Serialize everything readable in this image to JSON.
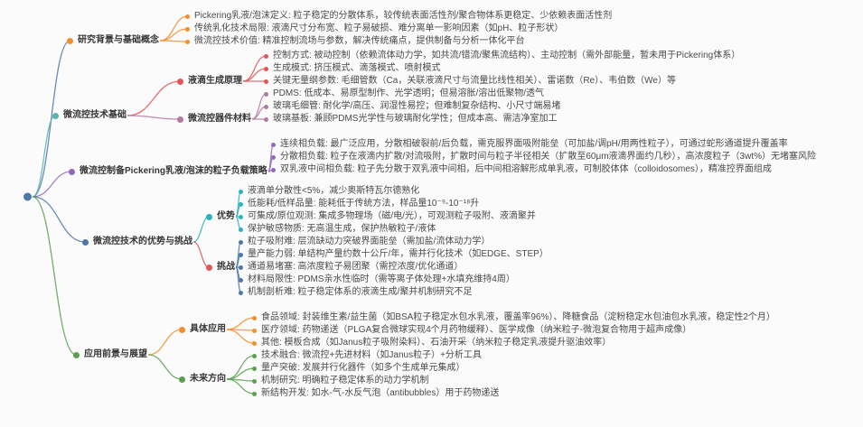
{
  "palette": {
    "blue": "#4e79a7",
    "teal": "#5fb3ae",
    "green": "#59a14f",
    "orange": "#f28e2c",
    "red": "#e15759",
    "plum": "#af7aa1",
    "violet": "#9467bd",
    "cyan": "#2bb3c0",
    "background": "#fbfbfb",
    "text_primary": "#363636",
    "text_secondary": "#4a4a4a"
  },
  "mindmap": {
    "branches": [
      {
        "label": "研究背景与基础概念",
        "children": [
          {
            "label": "Pickering乳液/泡沫定义: 粒子稳定的分散体系，较传统表面活性剂/聚合物体系更稳定、少依赖表面活性剂"
          },
          {
            "label": "传统乳化技术局限: 液滴尺寸分布宽、粒子易破损、难分离单一影响因素（如pH、粒子形状）"
          },
          {
            "label": "微流控技术价值: 精准控制流场与参数，解决传统痛点，提供制备与分析一体化平台"
          }
        ]
      },
      {
        "label": "微流控技术基础",
        "children": [
          {
            "label": "液滴生成原理",
            "children": [
              {
                "label": "控制方式: 被动控制（依赖流体动力学，如共流/错流/聚焦流结构）、主动控制（需外部能量，暂未用于Pickering体系）"
              },
              {
                "label": "生成模式: 挤压模式、滴落模式、喷射模式"
              },
              {
                "label": "关键无量纲参数: 毛细管数（Ca，关联液滴尺寸与流量比线性相关）、雷诺数（Re）、韦伯数（We）等"
              }
            ]
          },
          {
            "label": "微流控器件材料",
            "children": [
              {
                "label": "PDMS: 低成本、易原型制作、光学透明；但易溶胀/溶出低聚物/透气"
              },
              {
                "label": "玻璃毛细管: 耐化学/高压、润湿性易控；但难制复杂结构、小尺寸端易堵"
              },
              {
                "label": "玻璃基板: 兼顾PDMS光学性与玻璃耐化学性；但成本高、需洁净室加工"
              }
            ]
          }
        ]
      },
      {
        "label": "微流控制备Pickering乳液/泡沫的粒子负载策略",
        "children": [
          {
            "label": "连续相负载: 最广泛应用，分散相破裂前/后负载，需克服界面吸附能垒（可加盐/调pH/用两性粒子），可通过蛇形通道提升覆盖率"
          },
          {
            "label": "分散相负载: 粒子在液滴内扩散/对流吸附，扩散时间与粒子半径相关（扩散至60μm液滴界面约几秒），高浓度粒子（3wt%）无堵塞风险"
          },
          {
            "label": "双乳液中间相负载: 粒子先分散于双乳液中间相，后中间相溶解形成单乳液，可制胶体体（colloidosomes），精准控界面组成"
          }
        ]
      },
      {
        "label": "微流控技术的优势与挑战",
        "children": [
          {
            "label": "优势",
            "children": [
              {
                "label": "液滴单分散性<5%，减少奥斯特瓦尔德熟化"
              },
              {
                "label": "低能耗/低样品量: 能耗低于传统方法，样品量10⁻⁹-10⁻¹⁸升"
              },
              {
                "label": "可集成/原位观测: 集成多物理场（磁/电/光），可观测粒子吸附、液滴聚并"
              },
              {
                "label": "保护敏感物质: 无高温生成，保护热敏粒子/液体"
              }
            ]
          },
          {
            "label": "挑战",
            "children": [
              {
                "label": "粒子吸附难: 层流缺动力突破界面能垒（需加盐/流体动力学）"
              },
              {
                "label": "量产能力弱: 单结构产量约数十公斤/年，需并行化技术（如EDGE、STEP）"
              },
              {
                "label": "通道易堵塞: 高浓度粒子易团聚（需控浓度/优化通道）"
              },
              {
                "label": "材料局限性: PDMS亲水性临时（需等离子体处理+水填充维持4周）"
              },
              {
                "label": "机制剖析难: 粒子稳定体系的液滴生成/聚并机制研究不足"
              }
            ]
          }
        ]
      },
      {
        "label": "应用前景与展望",
        "children": [
          {
            "label": "具体应用",
            "children": [
              {
                "label": "食品领域: 封装维生素/益生菌（如BSA粒子稳定水包水乳液，覆盖率96%）、降糖食品（淀粉稳定水包油包水乳液，稳定性2个月）"
              },
              {
                "label": "医疗领域: 药物递送（PLGA复合微球实现4个月药物缓释）、医学成像（纳米粒子-微泡复合物用于超声成像）"
              },
              {
                "label": "其他: 模板合成（如Janus粒子吸附染料）、石油开采（纳米粒子稳定乳液提升驱油效率）"
              }
            ]
          },
          {
            "label": "未来方向",
            "children": [
              {
                "label": "技术融合: 微流控+先进材料（如Janus粒子）+分析工具"
              },
              {
                "label": "量产突破: 发展并行化器件（如多个生成单元集成）"
              },
              {
                "label": "机制研究: 明确粒子稳定体系的动力学机制"
              },
              {
                "label": "新结构开发: 如水-气-水反气泡（antibubbles）用于药物递送"
              }
            ]
          }
        ]
      }
    ]
  }
}
